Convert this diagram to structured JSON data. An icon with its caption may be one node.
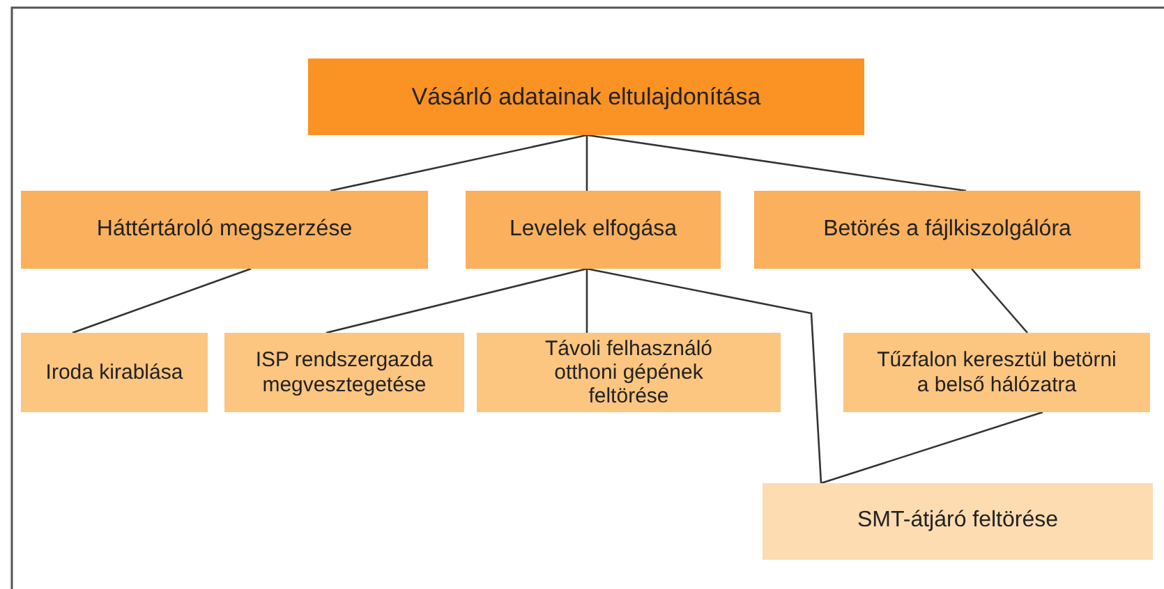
{
  "diagram": {
    "nodes": [
      {
        "text": [
          "Vásárló adatainak eltulajdonítása"
        ]
      },
      {
        "text": [
          "Háttértároló megszerzése"
        ]
      },
      {
        "text": [
          "Levelek elfogása"
        ]
      },
      {
        "text": [
          "Betörés a fájlkiszolgálóra"
        ]
      },
      {
        "text": [
          "Iroda kirablása"
        ]
      },
      {
        "text": [
          "ISP rendszergazda megvesztegetése"
        ]
      },
      {
        "text": [
          "Távoli felhasználó otthoni gépének feltörése"
        ]
      },
      {
        "text": [
          "Tűzfalon keresztül betörni a belső hálózatra"
        ]
      },
      {
        "text": [
          "SMT-átjáró feltörése"
        ]
      }
    ],
    "edges": [
      {
        "from": 0,
        "to": 1,
        "arrow": "none"
      },
      {
        "from": 0,
        "to": 2,
        "arrow": "none"
      },
      {
        "from": 0,
        "to": 3,
        "arrow": "none"
      },
      {
        "from": 1,
        "to": 4,
        "arrow": "none"
      },
      {
        "from": 2,
        "to": 5,
        "arrow": "none"
      },
      {
        "from": 2,
        "to": 6,
        "arrow": "none"
      },
      {
        "from": 2,
        "to": 8,
        "arrow": "none"
      },
      {
        "from": 3,
        "to": 7,
        "arrow": "none"
      },
      {
        "from": 7,
        "to": 8,
        "arrow": "none"
      }
    ]
  }
}
